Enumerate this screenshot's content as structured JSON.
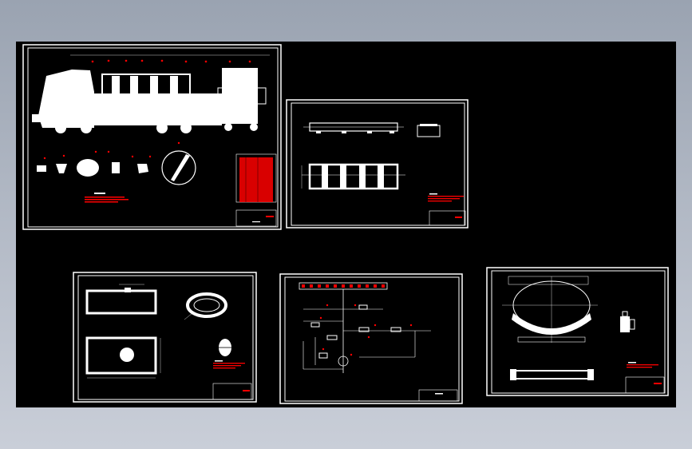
{
  "app": {
    "background_colors": [
      "#9aa3b1",
      "#c9ced8"
    ],
    "canvas_color": "#000000",
    "accent_red": "#ff0000",
    "line_white": "#ffffff"
  },
  "sheets": [
    {
      "id": "sheet-1",
      "kind": "truck-assembly"
    },
    {
      "id": "sheet-2",
      "kind": "frame-views"
    },
    {
      "id": "sheet-3",
      "kind": "part-views"
    },
    {
      "id": "sheet-4",
      "kind": "hydraulic-schematic"
    },
    {
      "id": "sheet-5",
      "kind": "ring-part"
    }
  ]
}
